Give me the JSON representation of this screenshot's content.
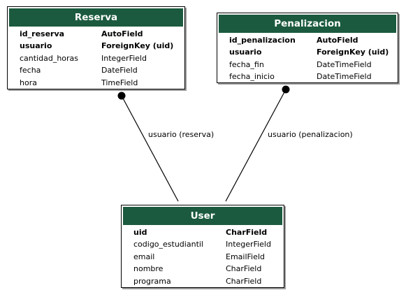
{
  "entities": {
    "reserva": {
      "title": "Reserva",
      "fields": [
        {
          "name": "id_reserva",
          "type": "AutoField",
          "key": true
        },
        {
          "name": "usuario",
          "type": "ForeignKey (uid)",
          "key": true
        },
        {
          "name": "cantidad_horas",
          "type": "IntegerField",
          "key": false
        },
        {
          "name": "fecha",
          "type": "DateField",
          "key": false
        },
        {
          "name": "hora",
          "type": "TimeField",
          "key": false
        }
      ]
    },
    "penalizacion": {
      "title": "Penalizacion",
      "fields": [
        {
          "name": "id_penalizacion",
          "type": "AutoField",
          "key": true
        },
        {
          "name": "usuario",
          "type": "ForeignKey (uid)",
          "key": true
        },
        {
          "name": "fecha_fin",
          "type": "DateTimeField",
          "key": false
        },
        {
          "name": "fecha_inicio",
          "type": "DateTimeField",
          "key": false
        }
      ]
    },
    "user": {
      "title": "User",
      "fields": [
        {
          "name": "uid",
          "type": "CharField",
          "key": true
        },
        {
          "name": "codigo_estudiantil",
          "type": "IntegerField",
          "key": false
        },
        {
          "name": "email",
          "type": "EmailField",
          "key": false
        },
        {
          "name": "nombre",
          "type": "CharField",
          "key": false
        },
        {
          "name": "programa",
          "type": "CharField",
          "key": false
        }
      ]
    }
  },
  "relations": [
    {
      "from": "reserva",
      "to": "user",
      "label": "usuario (reserva)"
    },
    {
      "from": "penalizacion",
      "to": "user",
      "label": "usuario (penalizacion)"
    }
  ]
}
